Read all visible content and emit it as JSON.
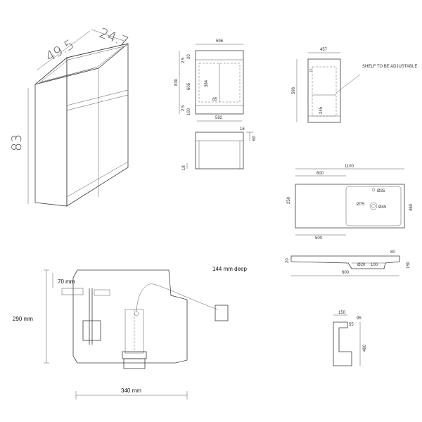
{
  "cabinet_3d": {
    "width": "49.5",
    "depth": "24.7",
    "height": "83"
  },
  "front_view": {
    "overall_width": "596",
    "top_gap": "20",
    "top_rail": "2.5",
    "height": "830",
    "door_height": "605",
    "shelf_height": "384",
    "side_small": "85",
    "bottom_rail": "2.5",
    "plinth": "100",
    "inner_width": "592"
  },
  "plan_view": {
    "side_a": "16",
    "side_b": "60",
    "base": "18"
  },
  "side_view": {
    "depth": "457",
    "height": "596",
    "shelf_pos": "245",
    "note": "SHELF TO BE ADJUSTABLE"
  },
  "basin_top": {
    "overall": "1100",
    "bowl_offset": "600",
    "depth_left": "250",
    "depth_right": "460",
    "tap_hole": "Ø35",
    "waste_outer": "Ø75",
    "waste_inner": "Ø45",
    "bottom_dim": "500"
  },
  "basin_profile": {
    "left_h": "20",
    "right_a": "80",
    "right_b": "150",
    "bowl_a": "Ø20",
    "bowl_b": "100",
    "bottom": "600"
  },
  "basin_section": {
    "top_a": "150",
    "top_b": "95",
    "mid": "55",
    "height": "460"
  },
  "cistern": {
    "depth_note": "144 mm deep",
    "offset": "70 mm",
    "height": "290 mm",
    "width": "340 mm"
  }
}
